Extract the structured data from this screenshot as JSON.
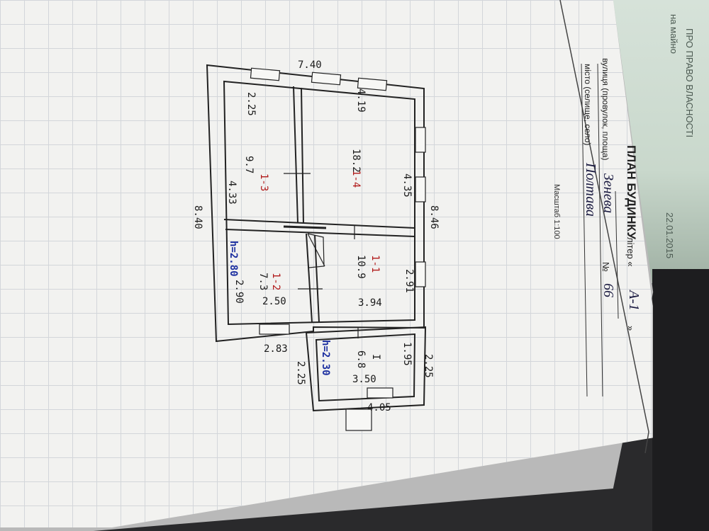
{
  "header": {
    "title_prefix": "ПЛАН БУДИНКУ",
    "title_suffix": "літер «",
    "letter": "А-1",
    "close_quote": "»",
    "street_label": "вулиця (провулок, площа)",
    "street": "Зенева",
    "number_label": "№",
    "number": "66",
    "city_label": "місто (селище, село)",
    "city": "Полтава",
    "scale": "Масштаб 1:100"
  },
  "background_doc": {
    "line1": "ПРО ПРАВО ВЛАСНОСТІ",
    "date": "22.01.2015",
    "label": "на майно"
  },
  "plan": {
    "overall_width": "7.40",
    "overall_length": "8.40",
    "right_length": "8.46",
    "rooms": [
      {
        "id": "1-4",
        "area": "18.2",
        "width": "4.19",
        "length": "4.35"
      },
      {
        "id": "1-3",
        "area": "9.7",
        "width": "2.25",
        "length": "4.33"
      },
      {
        "id": "1-2",
        "area": "7.3",
        "width": "2.50",
        "length": "2.90",
        "height": "h=2.80"
      },
      {
        "id": "1-1",
        "area": "10.9",
        "width": "3.94",
        "length": "2.91"
      },
      {
        "id": "I",
        "area": "6.8",
        "width": "3.50",
        "length": "1.95",
        "height": "h=2.30"
      }
    ],
    "extra_dims": {
      "d283": "2.83",
      "d225a": "2.25",
      "d225b": "2.25",
      "d405": "4.05"
    }
  }
}
